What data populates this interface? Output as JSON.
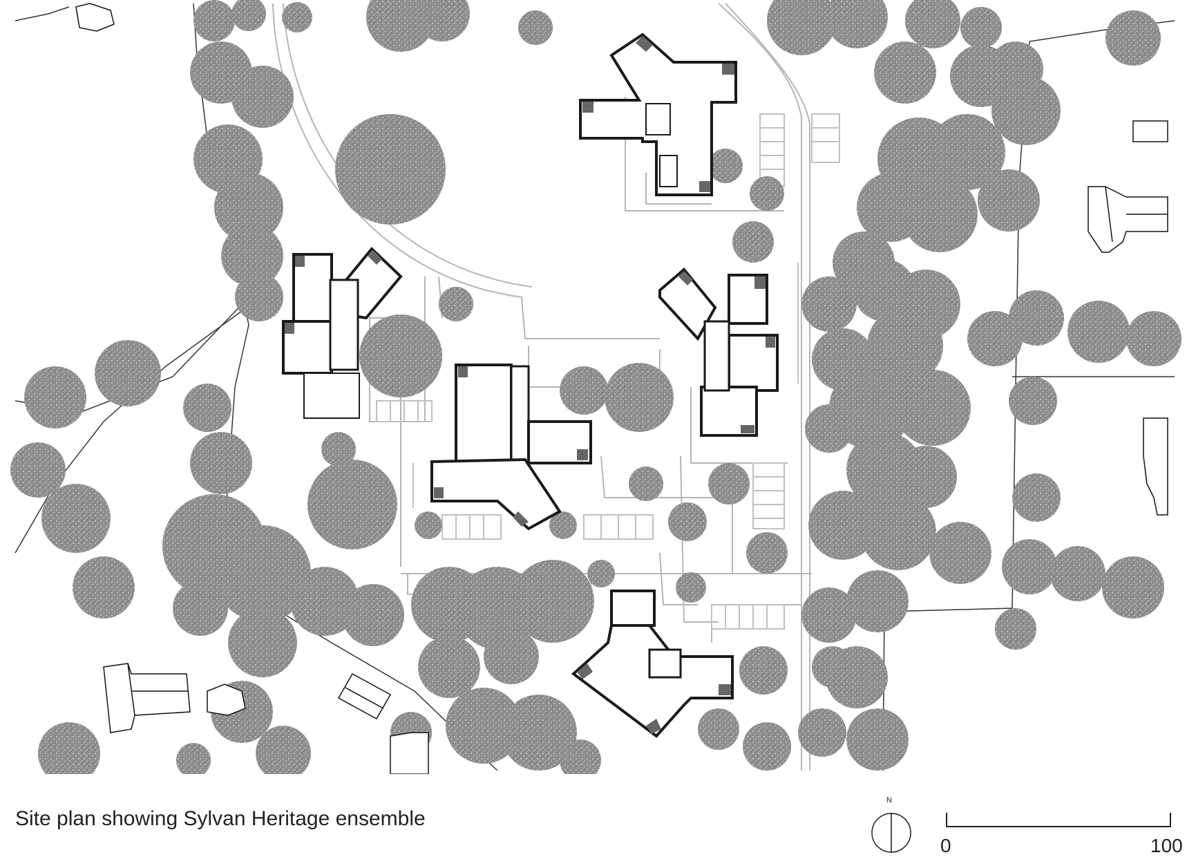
{
  "caption": "Site plan showing Sylvan Heritage ensemble",
  "north_label": "N",
  "scale": {
    "start": "0",
    "end": "100"
  },
  "colors": {
    "tree": "#8f8f8f",
    "building": "#1a1a1a",
    "path": "#b5b5b5",
    "boundary": "#333333",
    "background": "#ffffff"
  }
}
